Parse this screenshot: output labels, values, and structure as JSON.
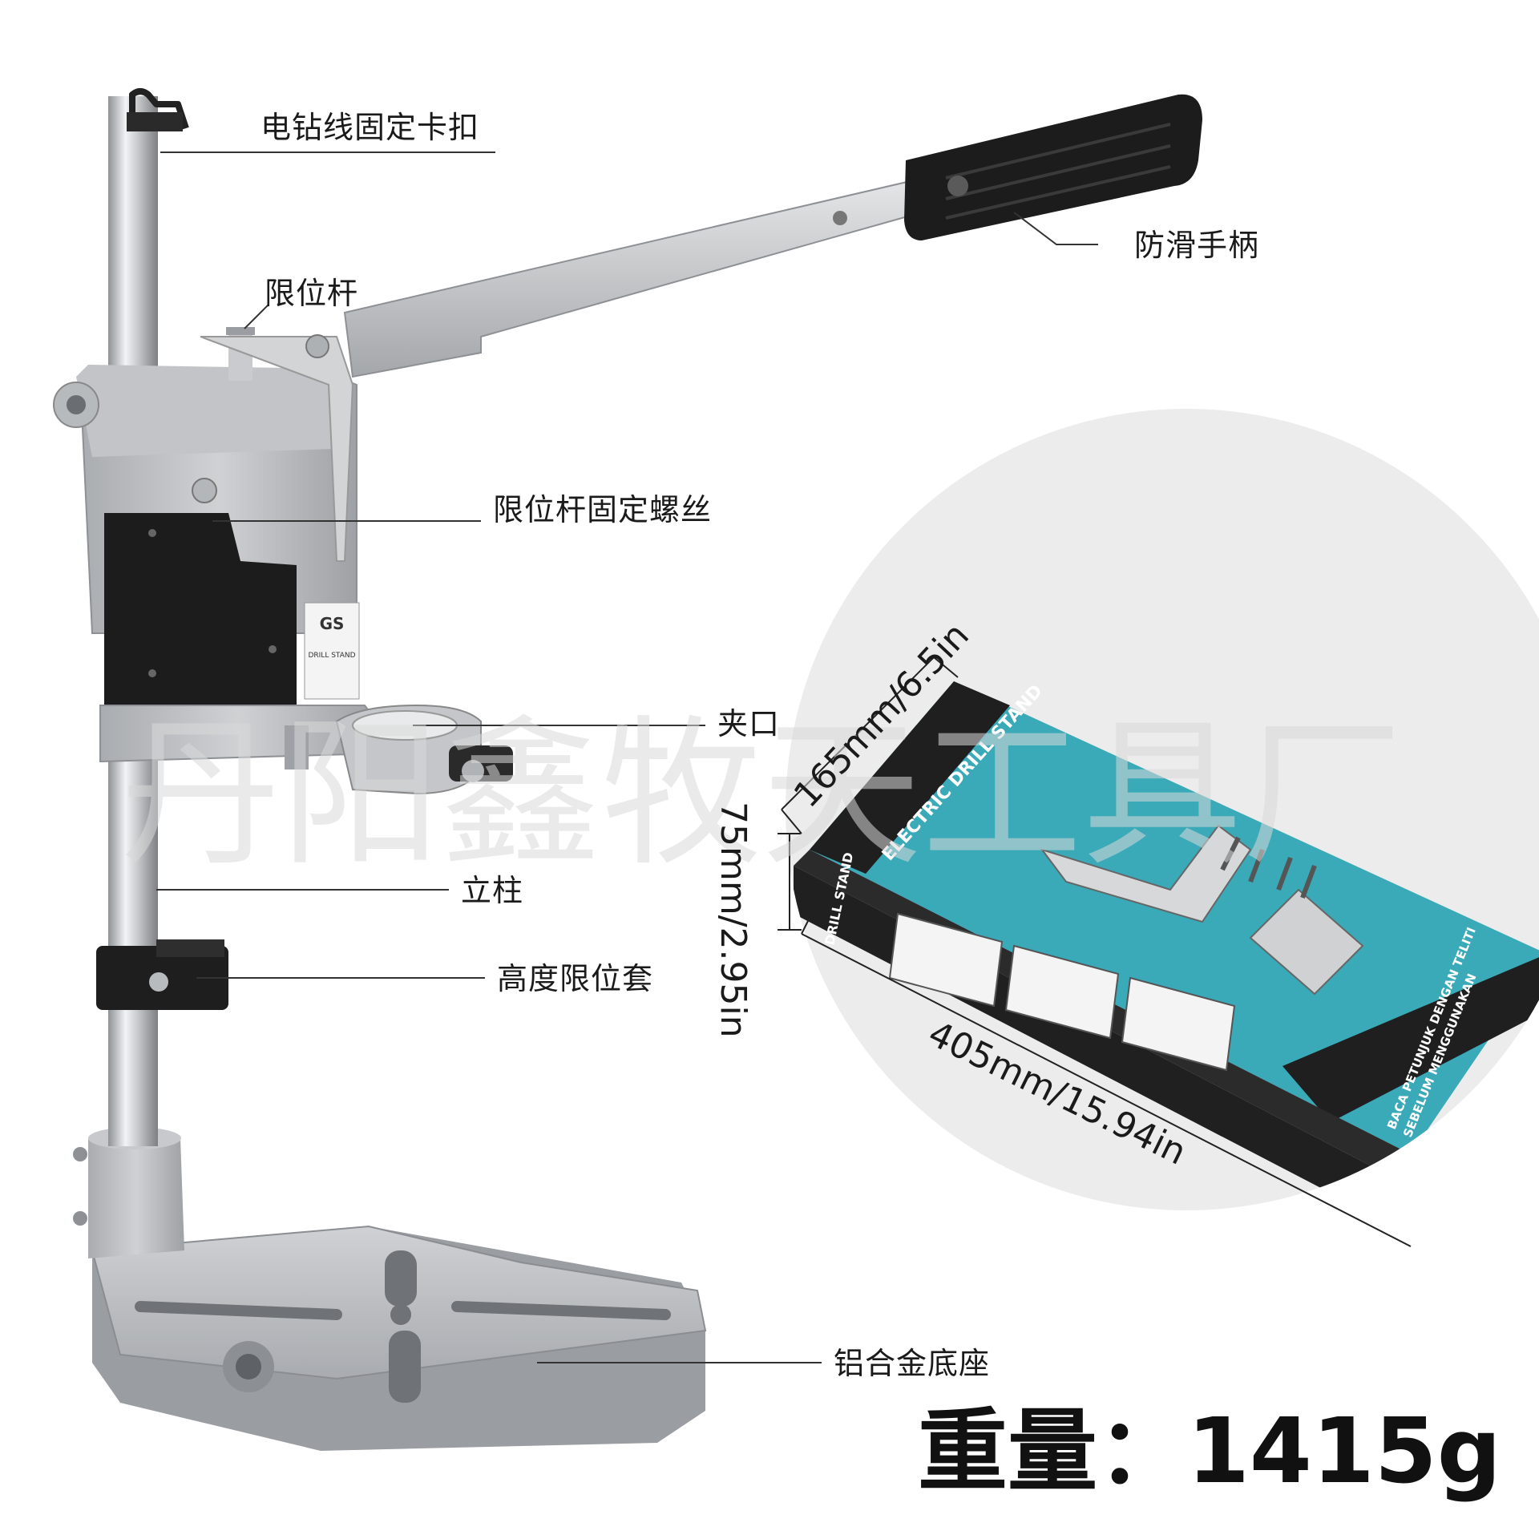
{
  "labels": {
    "cord_clip": "电钻线固定卡扣",
    "anti_slip_handle": "防滑手柄",
    "limit_rod": "限位杆",
    "limit_rod_screw": "限位杆固定螺丝",
    "clamp": "夹口",
    "column": "立柱",
    "height_limit_sleeve": "高度限位套",
    "alloy_base": "铝合金底座"
  },
  "dimensions": {
    "width": "165mm/6.5in",
    "height": "75mm/2.95in",
    "length": "405mm/15.94in"
  },
  "weight": "重量：1415g",
  "watermark": "丹阳鑫牧天工具厂",
  "box_print": {
    "title": "ELECTRIC DRILL STAND",
    "side": "DRILL STAND",
    "note1": "BACA PETUNJUK DENGAN TELITI",
    "note2": "SEBELUM MENGGUNAKAN",
    "tag_brand": "GS",
    "tag_text": "DRILL STAND"
  },
  "colors": {
    "box_teal": "#3aa9b8",
    "box_dark": "#1f1f1f",
    "metal": "#b9bcbf",
    "handle": "#1c1c1c"
  }
}
